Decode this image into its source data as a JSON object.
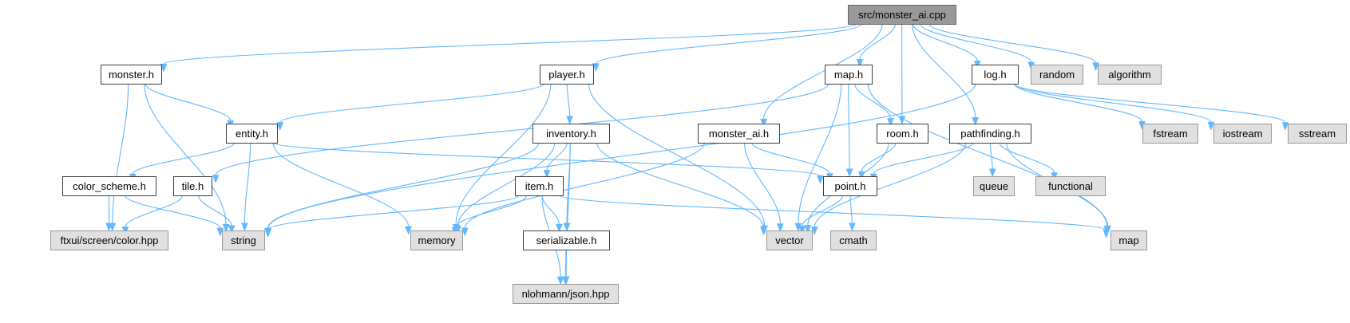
{
  "colors": {
    "root_fill": "#999999",
    "root_border": "#666666",
    "local_fill": "#ffffff",
    "local_border": "#404040",
    "external_fill": "#e0e0e0",
    "external_border": "#999999",
    "edge": "#63b8ff"
  },
  "nodes": [
    {
      "id": "monster_ai_cpp",
      "label": "src/monster_ai.cpp",
      "kind": "root"
    },
    {
      "id": "monster_h",
      "label": "monster.h",
      "kind": "local"
    },
    {
      "id": "player_h",
      "label": "player.h",
      "kind": "local"
    },
    {
      "id": "map_h",
      "label": "map.h",
      "kind": "local"
    },
    {
      "id": "log_h",
      "label": "log.h",
      "kind": "local"
    },
    {
      "id": "random",
      "label": "random",
      "kind": "external"
    },
    {
      "id": "algorithm",
      "label": "algorithm",
      "kind": "external"
    },
    {
      "id": "entity_h",
      "label": "entity.h",
      "kind": "local"
    },
    {
      "id": "inventory_h",
      "label": "inventory.h",
      "kind": "local"
    },
    {
      "id": "monster_ai_h",
      "label": "monster_ai.h",
      "kind": "local"
    },
    {
      "id": "room_h",
      "label": "room.h",
      "kind": "local"
    },
    {
      "id": "pathfinding_h",
      "label": "pathfinding.h",
      "kind": "local"
    },
    {
      "id": "fstream",
      "label": "fstream",
      "kind": "external"
    },
    {
      "id": "iostream",
      "label": "iostream",
      "kind": "external"
    },
    {
      "id": "sstream",
      "label": "sstream",
      "kind": "external"
    },
    {
      "id": "color_scheme_h",
      "label": "color_scheme.h",
      "kind": "local"
    },
    {
      "id": "tile_h",
      "label": "tile.h",
      "kind": "local"
    },
    {
      "id": "item_h",
      "label": "item.h",
      "kind": "local"
    },
    {
      "id": "point_h",
      "label": "point.h",
      "kind": "local"
    },
    {
      "id": "queue",
      "label": "queue",
      "kind": "external"
    },
    {
      "id": "functional",
      "label": "functional",
      "kind": "external"
    },
    {
      "id": "ftxui_color",
      "label": "ftxui/screen/color.hpp",
      "kind": "external"
    },
    {
      "id": "string",
      "label": "string",
      "kind": "external"
    },
    {
      "id": "memory",
      "label": "memory",
      "kind": "external"
    },
    {
      "id": "serializable_h",
      "label": "serializable.h",
      "kind": "local"
    },
    {
      "id": "vector",
      "label": "vector",
      "kind": "external"
    },
    {
      "id": "cmath",
      "label": "cmath",
      "kind": "external"
    },
    {
      "id": "map",
      "label": "map",
      "kind": "external"
    },
    {
      "id": "nlohmann_json",
      "label": "nlohmann/json.hpp",
      "kind": "external"
    }
  ],
  "edges": [
    {
      "from": "monster_ai_cpp",
      "to": "monster_h"
    },
    {
      "from": "monster_ai_cpp",
      "to": "player_h"
    },
    {
      "from": "monster_ai_cpp",
      "to": "map_h"
    },
    {
      "from": "monster_ai_cpp",
      "to": "monster_ai_h"
    },
    {
      "from": "monster_ai_cpp",
      "to": "room_h"
    },
    {
      "from": "monster_ai_cpp",
      "to": "log_h"
    },
    {
      "from": "monster_ai_cpp",
      "to": "pathfinding_h"
    },
    {
      "from": "monster_ai_cpp",
      "to": "random"
    },
    {
      "from": "monster_ai_cpp",
      "to": "algorithm"
    },
    {
      "from": "monster_h",
      "to": "entity_h"
    },
    {
      "from": "monster_h",
      "to": "ftxui_color"
    },
    {
      "from": "monster_h",
      "to": "string"
    },
    {
      "from": "player_h",
      "to": "entity_h"
    },
    {
      "from": "player_h",
      "to": "inventory_h"
    },
    {
      "from": "player_h",
      "to": "memory"
    },
    {
      "from": "player_h",
      "to": "vector"
    },
    {
      "from": "entity_h",
      "to": "color_scheme_h"
    },
    {
      "from": "entity_h",
      "to": "point_h"
    },
    {
      "from": "entity_h",
      "to": "string"
    },
    {
      "from": "entity_h",
      "to": "memory"
    },
    {
      "from": "color_scheme_h",
      "to": "ftxui_color"
    },
    {
      "from": "color_scheme_h",
      "to": "string"
    },
    {
      "from": "tile_h",
      "to": "ftxui_color"
    },
    {
      "from": "tile_h",
      "to": "string"
    },
    {
      "from": "inventory_h",
      "to": "item_h"
    },
    {
      "from": "inventory_h",
      "to": "serializable_h"
    },
    {
      "from": "inventory_h",
      "to": "string"
    },
    {
      "from": "inventory_h",
      "to": "memory"
    },
    {
      "from": "inventory_h",
      "to": "vector"
    },
    {
      "from": "inventory_h",
      "to": "nlohmann_json"
    },
    {
      "from": "item_h",
      "to": "serializable_h"
    },
    {
      "from": "item_h",
      "to": "string"
    },
    {
      "from": "item_h",
      "to": "memory"
    },
    {
      "from": "item_h",
      "to": "map"
    },
    {
      "from": "item_h",
      "to": "nlohmann_json"
    },
    {
      "from": "serializable_h",
      "to": "nlohmann_json"
    },
    {
      "from": "map_h",
      "to": "tile_h"
    },
    {
      "from": "map_h",
      "to": "room_h"
    },
    {
      "from": "map_h",
      "to": "point_h"
    },
    {
      "from": "map_h",
      "to": "vector"
    },
    {
      "from": "map_h",
      "to": "map"
    },
    {
      "from": "monster_ai_h",
      "to": "point_h"
    },
    {
      "from": "monster_ai_h",
      "to": "memory"
    },
    {
      "from": "monster_ai_h",
      "to": "vector"
    },
    {
      "from": "room_h",
      "to": "point_h"
    },
    {
      "from": "room_h",
      "to": "vector"
    },
    {
      "from": "point_h",
      "to": "vector"
    },
    {
      "from": "point_h",
      "to": "cmath"
    },
    {
      "from": "pathfinding_h",
      "to": "point_h"
    },
    {
      "from": "pathfinding_h",
      "to": "vector"
    },
    {
      "from": "pathfinding_h",
      "to": "queue"
    },
    {
      "from": "pathfinding_h",
      "to": "functional"
    },
    {
      "from": "pathfinding_h",
      "to": "map"
    },
    {
      "from": "log_h",
      "to": "string"
    },
    {
      "from": "log_h",
      "to": "fstream"
    },
    {
      "from": "log_h",
      "to": "iostream"
    },
    {
      "from": "log_h",
      "to": "sstream"
    }
  ]
}
